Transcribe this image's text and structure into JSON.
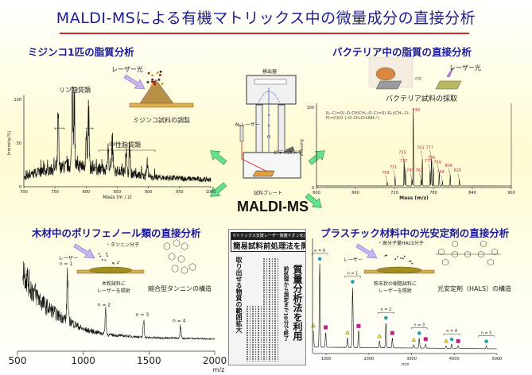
{
  "title": "MALDI-MSによる有機マトリックス中の微量成分の直接分析",
  "center": {
    "label": "MALDI-MS",
    "detector": "検出器",
    "laser": "N₂レーザー",
    "camera": "ビデオカメラ",
    "plate": "試料プレート"
  },
  "panels": {
    "daphnia": {
      "heading": "ミジンコ1匹の脂質分析",
      "laser": "レーザー光",
      "sample": "ミジンコ試料の調製",
      "phospholipids": "リン脂質類",
      "neutral_lipids": "中性脂質類"
    },
    "bacteria": {
      "heading": "バクテリア中の脂質の直接分析",
      "laser": "レーザー光",
      "sample": "バクテリア試料の採取",
      "arrow": "⇨",
      "structure": "R₂–C(=O)–O–CH(CH₂–O–C(=O)–R₁)(CH₂–O–P(=O)(O⁻)–O–CH₂CH₂NH₃⁺)"
    },
    "wood": {
      "heading": "木材中のポリフェノール類の直接分析",
      "molecule": "・タンニン分子",
      "laser": "レーザー",
      "sample_line1": "木粉試料に",
      "sample_line2": "レーザーを照射",
      "structure": "縮合型タンニンの構造"
    },
    "plastic": {
      "heading": "プラスチック材料中の光安定剤の直接分析",
      "molecule": "・高分子量HALS分子",
      "laser": "レーザー",
      "sample_line1": "粉末状の樹脂試料に",
      "sample_line2": "レーザーを照射",
      "structure": "光安定剤（HALS）の構造"
    }
  },
  "newspaper": {
    "banner": "マトリックス支援レーザー脱離イオン化法対応",
    "headline": "簡易試料前処理法を開発",
    "main": "質量分析法を利用",
    "sub": "前処理から測定まで10分で終了",
    "side": "取り出せる物質の範囲拡大"
  },
  "colors": {
    "title": "#1c1c96",
    "underline": "#e0282a",
    "arrow": "#66e08a",
    "peak_label": "#c0303a",
    "triangle": "#e8e020",
    "circle": "#20a0a8",
    "square": "#c02090"
  },
  "chart_data": [
    {
      "id": "daphnia",
      "type": "line",
      "xlabel": "Mass (m / z)",
      "ylabel": "Intensity(%)",
      "xlim": [
        700,
        1000
      ],
      "ylim": [
        0,
        100
      ],
      "xticks": [
        700,
        750,
        800,
        850,
        900,
        950,
        1000
      ],
      "yticks": [
        0,
        50,
        100
      ],
      "peaks": [
        [
          755,
          57
        ],
        [
          778,
          100
        ],
        [
          781,
          78
        ],
        [
          800,
          50
        ],
        [
          804,
          58
        ],
        [
          835,
          37
        ],
        [
          842,
          38
        ],
        [
          864,
          33
        ],
        [
          870,
          32
        ],
        [
          898,
          22
        ]
      ],
      "baseline": [
        [
          700,
          10
        ],
        [
          720,
          16
        ],
        [
          780,
          25
        ],
        [
          820,
          20
        ],
        [
          860,
          17
        ],
        [
          900,
          11
        ],
        [
          1000,
          8
        ]
      ]
    },
    {
      "id": "bacteria",
      "type": "line",
      "xlabel": "Mass (m/z)",
      "ylabel": "Intensity",
      "xlim": [
        600,
        900
      ],
      "ylim": [
        0,
        100
      ],
      "xticks": [
        600,
        660,
        720,
        780,
        840,
        900
      ],
      "yticks": [
        0,
        100
      ],
      "peaks": [
        [
          709,
          5,
          "709"
        ],
        [
          721,
          12,
          "721"
        ],
        [
          735,
          30,
          "735"
        ],
        [
          737,
          20,
          "737"
        ],
        [
          747,
          8,
          "747"
        ],
        [
          749,
          100,
          "749"
        ],
        [
          761,
          8,
          "761"
        ],
        [
          763,
          36,
          "763"
        ],
        [
          775,
          20,
          "775"
        ],
        [
          777,
          36,
          "777"
        ],
        [
          780,
          24,
          "780"
        ],
        [
          789,
          18,
          "789"
        ],
        [
          794,
          6,
          "794"
        ],
        [
          806,
          14,
          "806"
        ],
        [
          820,
          8,
          "820"
        ]
      ],
      "baseline": [
        [
          600,
          2
        ],
        [
          900,
          2
        ]
      ]
    },
    {
      "id": "wood",
      "type": "line",
      "xlabel": "m/z",
      "xlim": [
        500,
        2000
      ],
      "xticks": [
        500,
        1000,
        1500,
        2000
      ],
      "peaks": [
        [
          880,
          75,
          "n = 1"
        ],
        [
          1170,
          35,
          "n = 2"
        ],
        [
          1460,
          25,
          "n = 3"
        ],
        [
          1740,
          18,
          "n = 4"
        ]
      ],
      "baseline": [
        [
          540,
          110
        ],
        [
          600,
          80
        ],
        [
          700,
          55
        ],
        [
          800,
          40
        ],
        [
          900,
          30
        ],
        [
          1000,
          18
        ],
        [
          1200,
          10
        ],
        [
          1500,
          6
        ],
        [
          2000,
          4
        ]
      ]
    },
    {
      "id": "plastic",
      "type": "line",
      "xlabel": "m/z",
      "xlim": [
        700,
        5000
      ],
      "xticks": [
        1000,
        2000,
        3000,
        4000,
        5000
      ],
      "peaks": [
        [
          700,
          20,
          "triangle"
        ],
        [
          850,
          100,
          "circle",
          "n = 0"
        ],
        [
          990,
          18,
          "square"
        ],
        [
          1500,
          12,
          "triangle"
        ],
        [
          1620,
          73,
          "circle",
          "n = 1"
        ],
        [
          1760,
          20,
          "square"
        ],
        [
          2250,
          8,
          "triangle"
        ],
        [
          2400,
          30,
          "circle",
          "n = 2"
        ],
        [
          2550,
          12,
          "square"
        ],
        [
          3050,
          4,
          "triangle"
        ],
        [
          3180,
          12,
          "circle",
          "n = 3"
        ],
        [
          3330,
          5,
          "square"
        ],
        [
          3810,
          3,
          "triangle"
        ],
        [
          3940,
          5,
          "circle",
          "n = 4"
        ],
        [
          4090,
          3,
          "square"
        ],
        [
          4750,
          3,
          "circle",
          "n = 5"
        ]
      ],
      "baseline": [
        [
          700,
          3
        ],
        [
          5000,
          1
        ]
      ]
    }
  ]
}
